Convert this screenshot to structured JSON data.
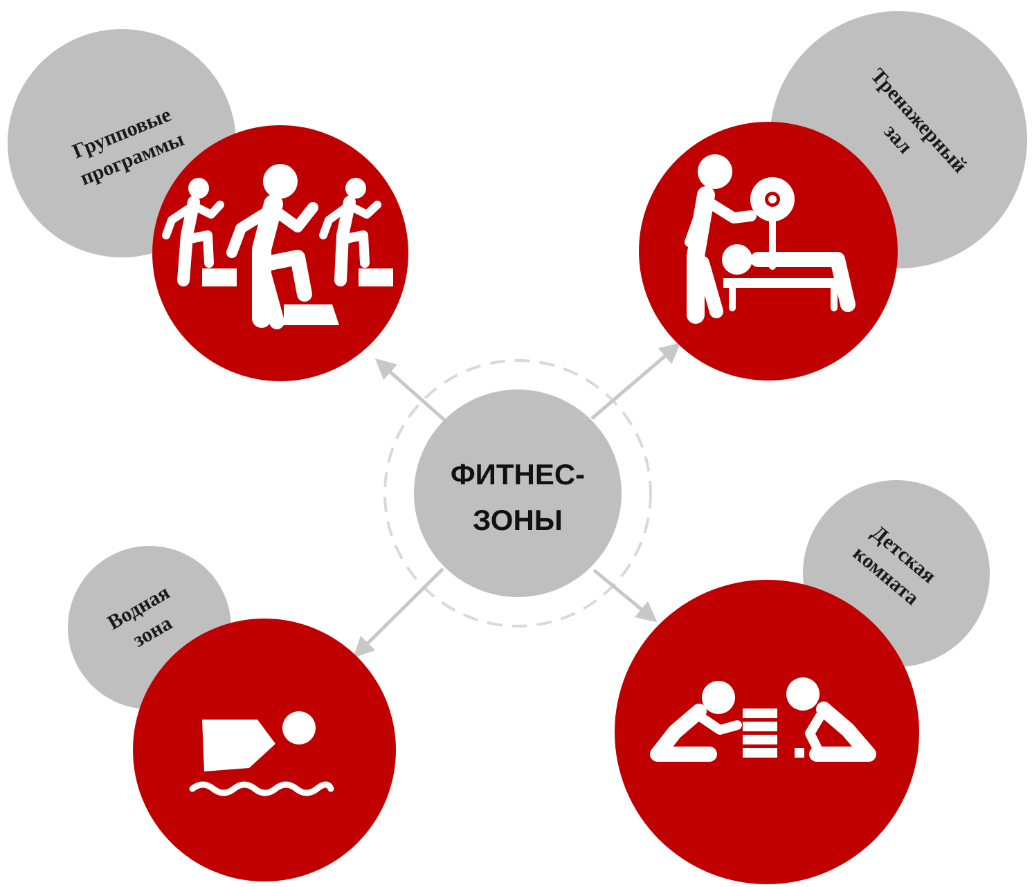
{
  "center": {
    "line1": "ФИТНЕС-",
    "line2": "ЗОНЫ"
  },
  "zones": [
    {
      "id": "group",
      "line1": "Групповые",
      "line2": "программы",
      "icon": "step-aerobics-icon"
    },
    {
      "id": "gym",
      "line1": "Тренажерный",
      "line2": "зал",
      "icon": "bench-press-trainer-icon"
    },
    {
      "id": "water",
      "line1": "Водная",
      "line2": "зона",
      "icon": "swimmer-icon"
    },
    {
      "id": "kids",
      "line1": "Детская",
      "line2": "комната",
      "icon": "kids-playing-blocks-icon"
    }
  ],
  "colors": {
    "red": "#c00000",
    "gray": "#bfbfbf",
    "arrow": "#c8c8c8",
    "dashed_ring": "#d9d9d9",
    "icon": "#ffffff"
  }
}
